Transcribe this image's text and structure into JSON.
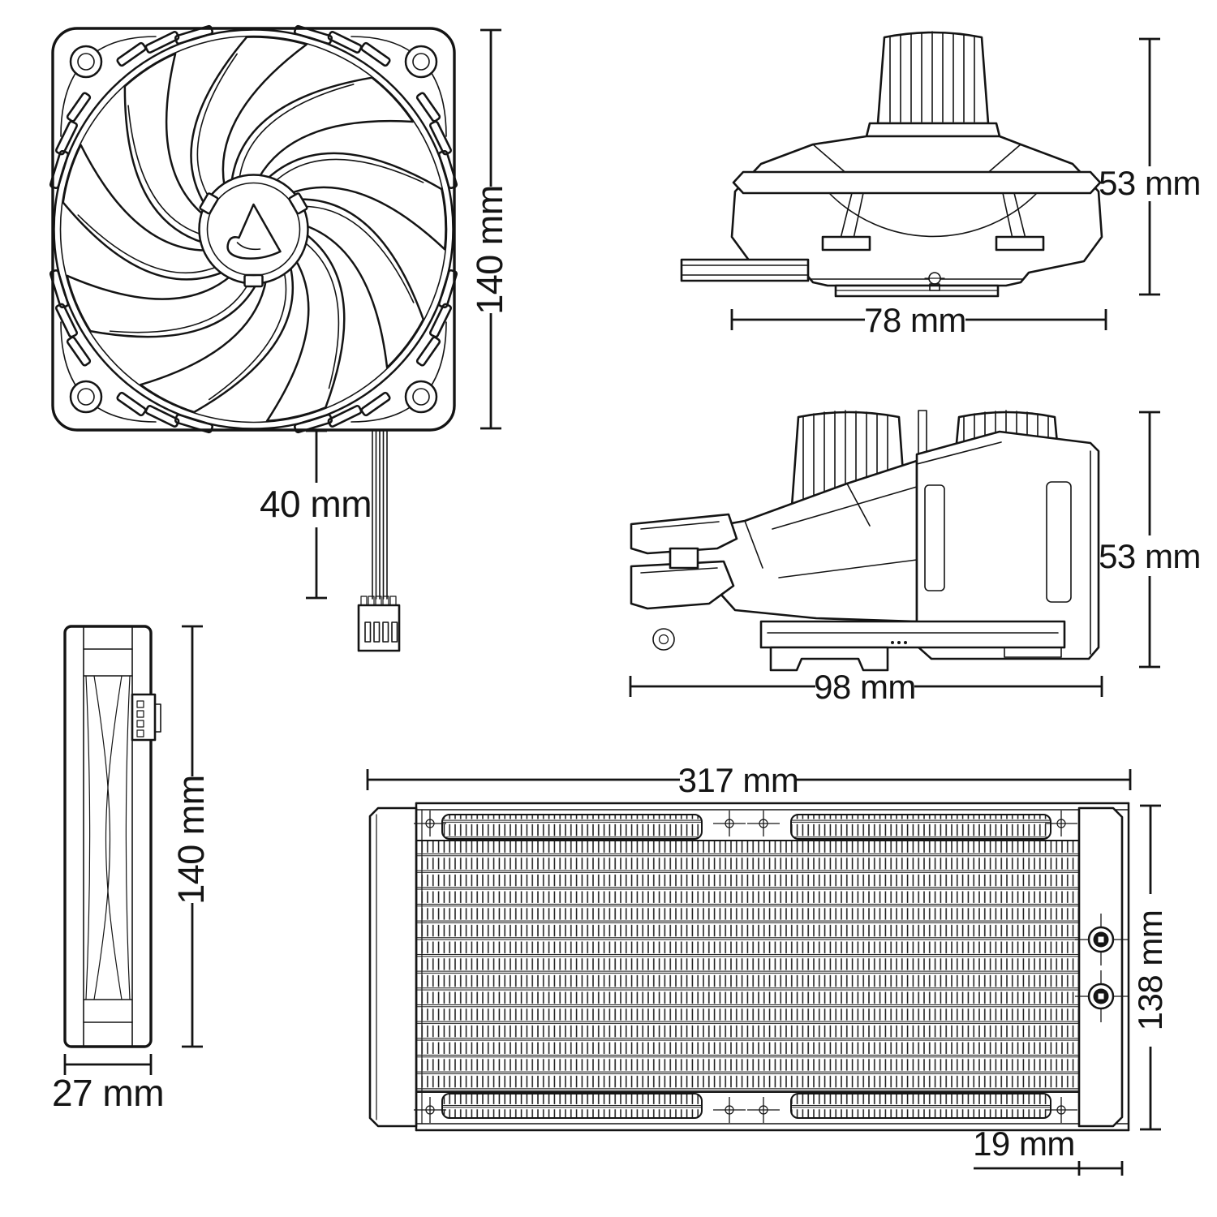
{
  "page": {
    "background": "#ffffff",
    "ink": "#141414",
    "drawing_type": "technical dimension drawing of an AIO liquid CPU cooler"
  },
  "icons": {
    "hub_logo": "arctic-triangle-logo"
  },
  "views": {
    "fan_front": {
      "height_label": "140 mm",
      "cable_label": "40 mm"
    },
    "pump_front": {
      "height_label": "53 mm",
      "width_label": "78 mm"
    },
    "pump_side": {
      "height_label": "53 mm",
      "length_label": "98 mm"
    },
    "fan_side": {
      "height_label": "140 mm",
      "thickness_label": "27 mm"
    },
    "radiator": {
      "length_label": "317 mm",
      "height_label": "138 mm",
      "tank_label": "19 mm"
    }
  }
}
